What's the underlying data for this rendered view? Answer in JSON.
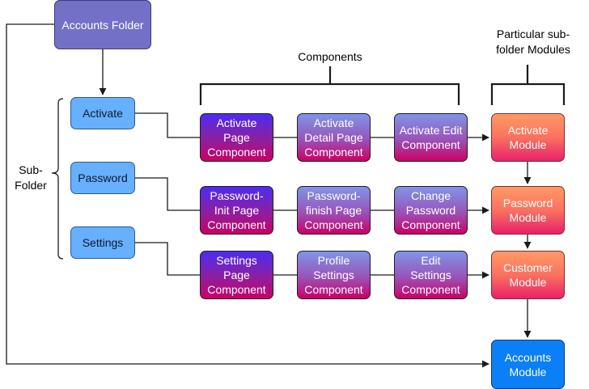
{
  "root": {
    "label": "Accounts Folder"
  },
  "subfolders": [
    {
      "label": "Activate"
    },
    {
      "label": "Password"
    },
    {
      "label": "Settings"
    }
  ],
  "subfolder_brace_label": "Sub-\nFolder",
  "components_header": "Components",
  "modules_header": "Particular sub-\nfolder Modules",
  "components": [
    [
      "Activate\nPage\nComponent",
      "Activate\nDetail Page\nComponent",
      "Activate Edit\nComponent"
    ],
    [
      "Password-\nInit Page\nComponent",
      "Password-\nfinish  Page\nComponent",
      "Change\nPassword\nComponent"
    ],
    [
      "Settings\nPage\nComponent",
      "Profile\nSettings\nComponent",
      "Edit\nSettings\nComponent"
    ]
  ],
  "modules": [
    {
      "label": "Activate\nModule"
    },
    {
      "label": "Password\nModule"
    },
    {
      "label": "Customer\nModule"
    }
  ],
  "accounts_module": {
    "label": "Accounts\nModule"
  },
  "colors": {
    "root": "#7370c8",
    "subfolder": "#66b0ff",
    "component_dark_top": "#4d2cf2",
    "component_light_top": "#7e95e8",
    "component_bottom": "#cc0066",
    "module_top": "#ff9a66",
    "module_bottom": "#e8216a",
    "accounts_module": "#0b7ff6",
    "line": "#1a1a1a"
  }
}
